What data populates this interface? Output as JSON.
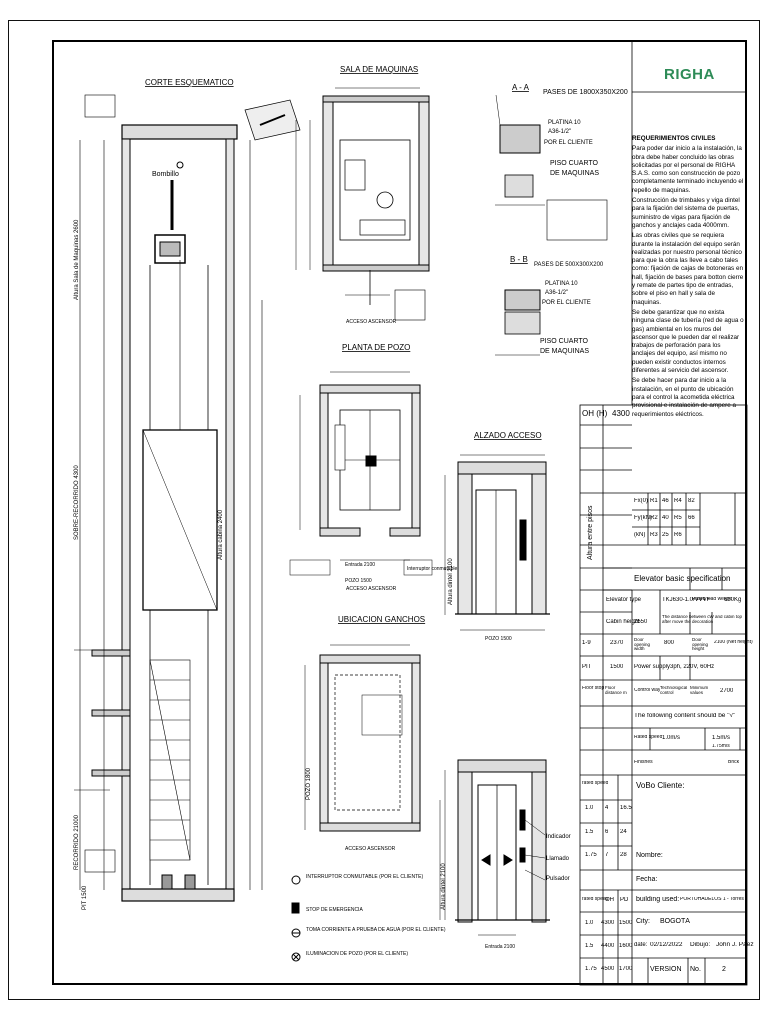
{
  "brand": {
    "logo": "RIGHA",
    "accent": "#2e8b57"
  },
  "views": {
    "corte_esquematico": "CORTE ESQUEMATICO",
    "sala_maquinas": "SALA DE MAQUINAS",
    "planta_pozo": "PLANTA DE POZO",
    "alzado_acceso": "ALZADO ACCESO",
    "ubicacion_ganchos": "UBICACION GANCHOS",
    "section_aa": "A - A",
    "section_bb": "B - B",
    "pases_aa": "PASES DE 1800X350X200",
    "pases_bb": "PASES DE 500X300X200"
  },
  "labels": {
    "bombillo": "Bombillo",
    "piso_cuarto": "PISO CUARTO",
    "de_maquinas": "DE MAQUINAS",
    "platina": "PLATINA 10",
    "a36": "A36-1/2\"",
    "por_cliente": "POR EL CLIENTE",
    "acceso_ascensor": "ACCESO ASCENSOR",
    "entrada": "Entrada 2100",
    "pozo_1500": "POZO 1500",
    "pozo_1800": "POZO 1800",
    "interruptor": "Interruptor conmutable",
    "indicador": "Indicador",
    "llamado": "Llamado",
    "pulsador": "Pulsador",
    "sobrerecorrido": "SOBRE-RECORRIDO 4300",
    "recorrido": "RECORRIDO 21000",
    "pit": "PIT 1500",
    "altura_cabina": "Altura cabina 2400",
    "altura_dintel": "Altura dintel 2100",
    "altura_sala": "Altura Sala de Maquinas 2600"
  },
  "legend": [
    {
      "icon": "switch-icon",
      "text": "INTERRUPTOR CONMUTABLE (POR EL CLIENTE)"
    },
    {
      "icon": "stop-icon",
      "text": "STOP DE EMERGENCIA"
    },
    {
      "icon": "outlet-icon",
      "text": "TOMA CORRIENTE A PRUEBA DE AGUA (POR EL CLIENTE)"
    },
    {
      "icon": "lamp-icon",
      "text": "ILUMINACION DE POZO (POR EL CLIENTE)"
    }
  ],
  "notes": {
    "heading": "REQUERIMIENTOS CIVILES",
    "paragraphs": [
      "Para poder dar inicio a la instalación, la obra debe haber concluido las obras solicitadas por el personal de RIGHA S.A.S. como son construcción de pozo completamente terminado incluyendo el repello de maquinas.",
      "Construcción de trimbales y viga dintel para la fijación del sistema de puertas, suministro de vigas para fijación de ganchos y anclajes cada 4000mm.",
      "Las obras civiles que se requiera durante la instalación del equipo serán realizadas por nuestro personal técnico para que la obra las lleve a cabo tales como: fijación de cajas de botoneras en hall, fijación de bases para botton cierre y remate de partes tipo de entradas, sobre el piso en hall y sala de maquinas.",
      "Se debe garantizar que no exista ninguna clase de tubería (red de agua o gas) ambiental en los muros del ascensor que le pueden dar el realizar trabajos de perforación para los anclajes del equipo, así mismo no pueden existir conductos internos diferentes al servicio del ascensor.",
      "Se debe hacer para dar inicio a la instalación, en el punto de ubicación para el control la acometida eléctrica provisional e instalación de ampere a requerimientos eléctricos."
    ]
  },
  "title_block": {
    "oh_label": "OH (H)",
    "oh_value": "4300",
    "rotated_label": "Altura entre pisos",
    "spec_title": "Elevator basic specification",
    "fields": {
      "elevator_type_label": "Elevator type",
      "elevator_type_value": "TKJ630-1.0/VVVF",
      "rated_load_label": "Rated load weight",
      "rated_load_value": "630Kg",
      "cabin_height_label": "Cabin height",
      "cabin_height_value": "2550",
      "distance_note": "The distance between cW and cabin top after move the decoration",
      "door_open_label": "Door opening width",
      "door_open_value": "800",
      "door_height_label": "Door opening height",
      "door_height_value": "2100 (Net height)",
      "power_label": "Power supply",
      "power_value": "3ph, 220V, 60Hz",
      "floor_stop_label": "Floor stop",
      "floor_dist_label": "Floor distance m",
      "control_way_label": "Control way",
      "control_way_value": "Technological control",
      "minimum_label": "Minimum values",
      "minimum_value": "2700",
      "following": "The following content should be \"√\"",
      "rated_speed_label": "Rated speed",
      "speed_1": "1.0m/s",
      "speed_2": "1.5m/s",
      "speed_3": "1.75m/s",
      "finishes_label": "Finishes",
      "brick": "Brick",
      "vobo": "VoBo Cliente:",
      "nombre": "Nombre:",
      "fecha": "Fecha:",
      "building_label": "building used:",
      "building_value": "PORTOHAUELOS 1 - Torres",
      "city_label": "City:",
      "city_value": "BOGOTÁ",
      "date_label": "date:",
      "date_value": "02/12/2022",
      "dibujo_label": "Dibujo:",
      "dibujo_value": "John J. Paez",
      "version_label": "VERSION",
      "no_label": "No.",
      "no_value": "2"
    },
    "pit_rows": [
      [
        "1-9",
        "2370"
      ],
      [
        "PIT",
        "1500"
      ]
    ],
    "speed_table_head": [
      "rated speed",
      "OH",
      "PD"
    ],
    "speed_table": [
      [
        "1.0",
        "4300",
        "1500"
      ],
      [
        "1.5",
        "4400",
        "1600"
      ],
      [
        "1.75",
        "4500",
        "1700"
      ]
    ],
    "load_table": [
      [
        "1.0",
        "4",
        "16.5"
      ],
      [
        "1.5",
        "6",
        "24"
      ],
      [
        "1.75",
        "7",
        "28"
      ]
    ],
    "force_table": {
      "rows": [
        [
          "Fx(0)",
          "R1",
          "46",
          "R4",
          "82"
        ],
        [
          "Fy(kN)",
          "R2",
          "40",
          "R5",
          "66"
        ],
        [
          "(kN)",
          "R3",
          "25",
          "R6",
          ""
        ]
      ]
    }
  }
}
